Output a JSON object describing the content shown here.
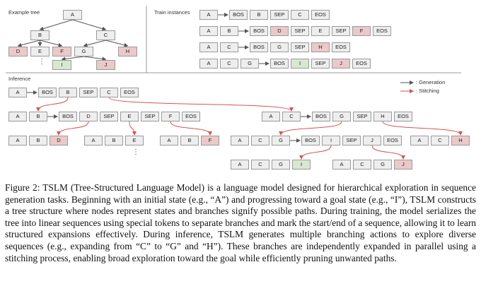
{
  "sections": {
    "example_tree": "Example tree",
    "train_instances": "Train instances",
    "inference": "Inference"
  },
  "legend": {
    "generation": ": Generation",
    "stitching": ": Stitching"
  },
  "colors": {
    "neutral": "#eeeeee",
    "red_node": "#ecc9c9",
    "green_node": "#d7e8d1",
    "stitch_arrow": "#d9534f",
    "gen_arrow": "#555555"
  },
  "tree": {
    "nodes": [
      {
        "id": "A",
        "label": "A",
        "color": "neutral"
      },
      {
        "id": "B",
        "label": "B",
        "color": "neutral"
      },
      {
        "id": "C",
        "label": "C",
        "color": "neutral"
      },
      {
        "id": "D",
        "label": "D",
        "color": "red"
      },
      {
        "id": "E",
        "label": "E",
        "color": "neutral"
      },
      {
        "id": "F",
        "label": "F",
        "color": "red"
      },
      {
        "id": "G",
        "label": "G",
        "color": "neutral"
      },
      {
        "id": "H",
        "label": "H",
        "color": "red"
      },
      {
        "id": "I",
        "label": "I",
        "color": "green"
      },
      {
        "id": "J",
        "label": "J",
        "color": "red"
      }
    ],
    "edges": [
      [
        "A",
        "B"
      ],
      [
        "A",
        "C"
      ],
      [
        "B",
        "D"
      ],
      [
        "B",
        "E"
      ],
      [
        "B",
        "F"
      ],
      [
        "C",
        "G"
      ],
      [
        "C",
        "H"
      ],
      [
        "G",
        "I"
      ],
      [
        "G",
        "J"
      ]
    ],
    "ellipsis": "⋮"
  },
  "train_instances": [
    [
      {
        "t": "A"
      },
      {
        "t": "BOS"
      },
      {
        "t": "B"
      },
      {
        "t": "SEP"
      },
      {
        "t": "C"
      },
      {
        "t": "EOS"
      }
    ],
    [
      {
        "t": "A"
      },
      {
        "t": "B"
      },
      {
        "t": "BOS"
      },
      {
        "t": "D",
        "c": "red"
      },
      {
        "t": "SEP"
      },
      {
        "t": "E"
      },
      {
        "t": "SEP"
      },
      {
        "t": "F",
        "c": "red"
      },
      {
        "t": "EOS"
      }
    ],
    [
      {
        "t": "A"
      },
      {
        "t": "C"
      },
      {
        "t": "BOS"
      },
      {
        "t": "G"
      },
      {
        "t": "SEP"
      },
      {
        "t": "H",
        "c": "red"
      },
      {
        "t": "EOS"
      }
    ],
    [
      {
        "t": "A"
      },
      {
        "t": "C"
      },
      {
        "t": "G"
      },
      {
        "t": "BOS"
      },
      {
        "t": "I",
        "c": "green"
      },
      {
        "t": "SEP"
      },
      {
        "t": "J",
        "c": "red"
      },
      {
        "t": "EOS"
      }
    ]
  ],
  "inference": {
    "rows": [
      [
        {
          "t": "A"
        },
        {
          "t": "BOS"
        },
        {
          "t": "B"
        },
        {
          "t": "SEP"
        },
        {
          "t": "C"
        },
        {
          "t": "EOS"
        }
      ],
      [
        {
          "t": "A"
        },
        {
          "t": "B"
        },
        {
          "t": "BOS"
        },
        {
          "t": "D"
        },
        {
          "t": "SEP"
        },
        {
          "t": "E"
        },
        {
          "t": "SEP"
        },
        {
          "t": "F"
        },
        {
          "t": "EOS"
        }
      ],
      [
        {
          "t": "A"
        },
        {
          "t": "C"
        },
        {
          "t": "BOS"
        },
        {
          "t": "G"
        },
        {
          "t": "SEP"
        },
        {
          "t": "H"
        },
        {
          "t": "EOS"
        }
      ],
      [
        {
          "t": "A"
        },
        {
          "t": "B"
        },
        {
          "t": "D",
          "c": "red"
        }
      ],
      [
        {
          "t": "A"
        },
        {
          "t": "B"
        },
        {
          "t": "E"
        }
      ],
      [
        {
          "t": "A"
        },
        {
          "t": "B"
        },
        {
          "t": "F",
          "c": "red"
        }
      ],
      [
        {
          "t": "A"
        },
        {
          "t": "C"
        },
        {
          "t": "G"
        },
        {
          "t": "BOS"
        },
        {
          "t": "I"
        },
        {
          "t": "SEP"
        },
        {
          "t": "J"
        },
        {
          "t": "EOS"
        }
      ],
      [
        {
          "t": "A"
        },
        {
          "t": "C"
        },
        {
          "t": "H",
          "c": "red"
        }
      ],
      [
        {
          "t": "A"
        },
        {
          "t": "C"
        },
        {
          "t": "G"
        },
        {
          "t": "I",
          "c": "green"
        }
      ],
      [
        {
          "t": "A"
        },
        {
          "t": "C"
        },
        {
          "t": "G"
        },
        {
          "t": "J",
          "c": "red"
        }
      ]
    ],
    "ellipsis": "⋮"
  },
  "caption": "Figure 2: TSLM (Tree-Structured Language Model) is a language model designed for hierarchical exploration in sequence generation tasks. Beginning with an initial state (e.g., “A”) and progressing toward a goal state (e.g., “I”), TSLM constructs a tree structure where nodes represent states and branches signify possible paths. During training, the model serializes the tree into linear sequences using special tokens to separate branches and mark the start/end of a sequence, allowing it to learn structured expansions effectively. During inference, TSLM generates multiple branching actions to explore diverse sequences (e.g., expanding from “C” to “G” and “H”).  These branches are independently expanded in parallel using a stitching process, enabling broad exploration toward the goal while efficiently pruning unwanted paths."
}
